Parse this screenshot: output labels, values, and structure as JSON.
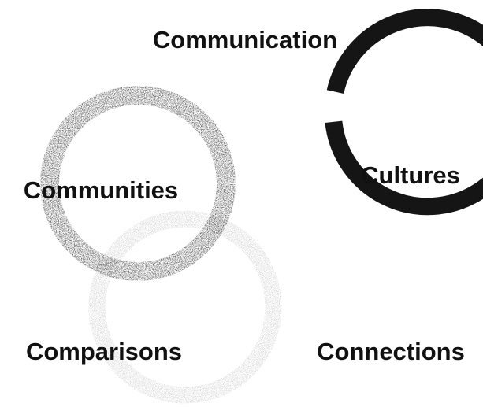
{
  "diagram": {
    "labels": {
      "communication": "Communication",
      "communities": "Communities",
      "cultures": "Cultures",
      "comparisons": "Comparisons",
      "connections": "Connections"
    },
    "colors": {
      "background": "#ffffff",
      "dark_ring": "#151515",
      "grey_ring": "#454545",
      "light_ring": "#c2c2c2",
      "text": "#111111"
    }
  }
}
